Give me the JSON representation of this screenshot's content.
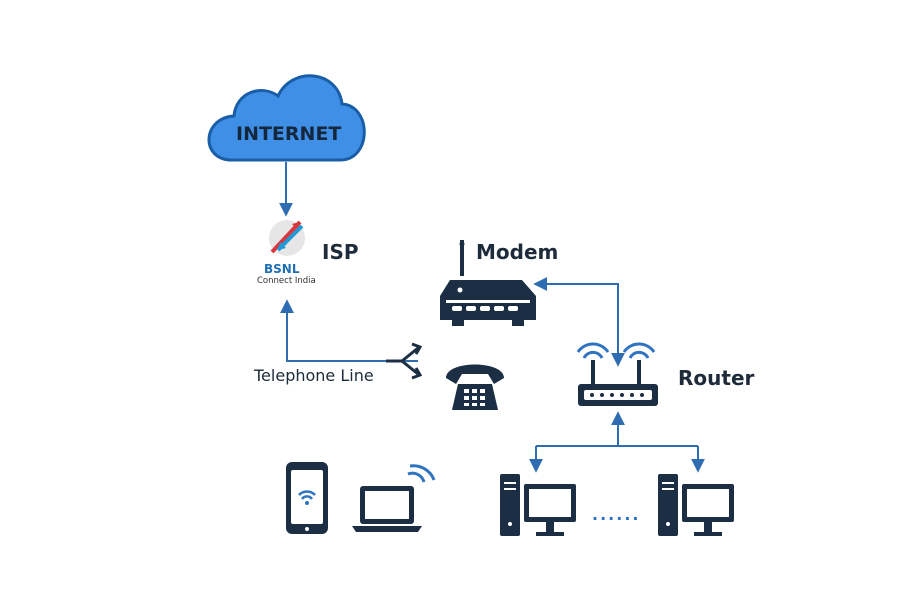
{
  "nodes": {
    "internet": "INTERNET",
    "isp": "ISP",
    "isp_logo_name": "BSNL",
    "isp_logo_tagline": "Connect India",
    "modem": "Modem",
    "router": "Router",
    "telephone_line": "Telephone Line",
    "computers_ellipsis": "......"
  },
  "colors": {
    "cloud_fill": "#3f8fe6",
    "cloud_stroke": "#1a5ea8",
    "connector": "#2e6db1",
    "device": "#1c2e44",
    "wifi": "#2f74c0",
    "bsnl_red": "#d9363e",
    "bsnl_blue": "#1f6fb3"
  },
  "icons": [
    "cloud-icon",
    "bsnl-logo-icon",
    "modem-icon",
    "router-icon",
    "telephone-icon",
    "splitter-icon",
    "smartphone-icon",
    "laptop-icon",
    "desktop-computer-icon"
  ]
}
